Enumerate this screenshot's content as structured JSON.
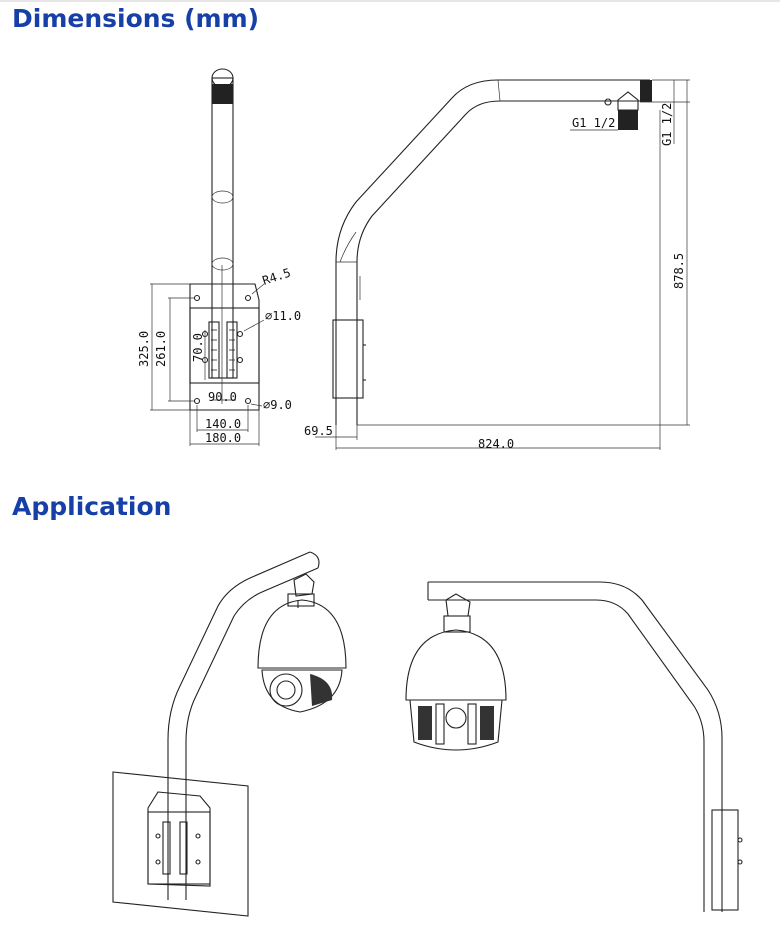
{
  "sections": {
    "dimensions_title": "Dimensions (mm)",
    "application_title": "Application"
  },
  "front_view": {
    "radius": "R4.5",
    "hole_top": "⌀11.0",
    "hole_bottom": "⌀9.0",
    "height_total": "325.0",
    "height_holes": "261.0",
    "slot_length": "70.0",
    "width_inner": "90.0",
    "width_holes": "140.0",
    "width_total": "180.0"
  },
  "side_view": {
    "thread_left": "G1 1/2",
    "thread_right": "G1 1/2",
    "height": "878.5",
    "offset": "69.5",
    "reach": "824.0"
  },
  "colors": {
    "title": "#1640a8",
    "line": "#222222"
  }
}
